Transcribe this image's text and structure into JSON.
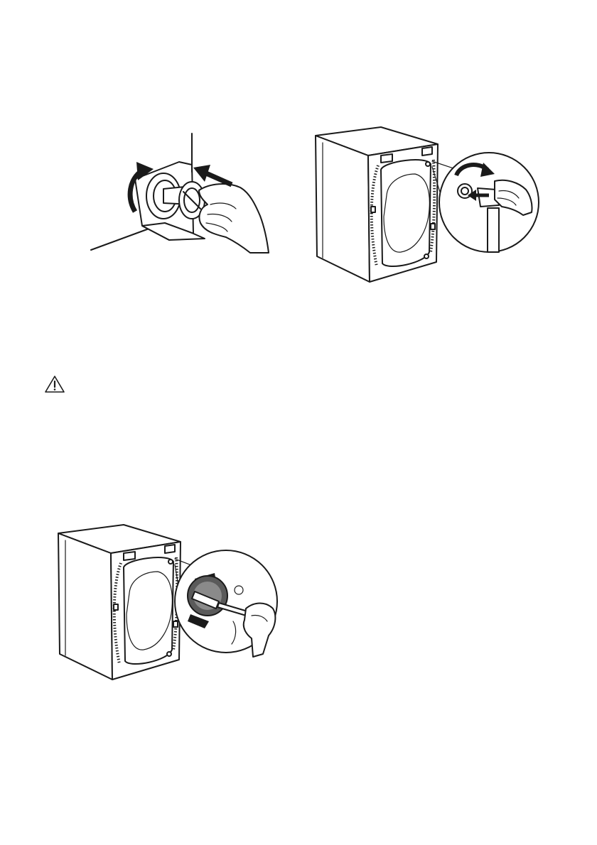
{
  "page": {
    "warning_icon": "warning-triangle-icon",
    "illustrations": [
      {
        "id": "pump-filter-refit",
        "icons": [
          "rotate-arrow-icon",
          "push-arrow-icon"
        ]
      },
      {
        "id": "inlet-hose-unscrew",
        "icons": [
          "rotate-arrow-icon",
          "push-arrow-icon"
        ]
      },
      {
        "id": "inlet-filter-clean",
        "icons": [
          "brush-icon"
        ]
      }
    ]
  }
}
